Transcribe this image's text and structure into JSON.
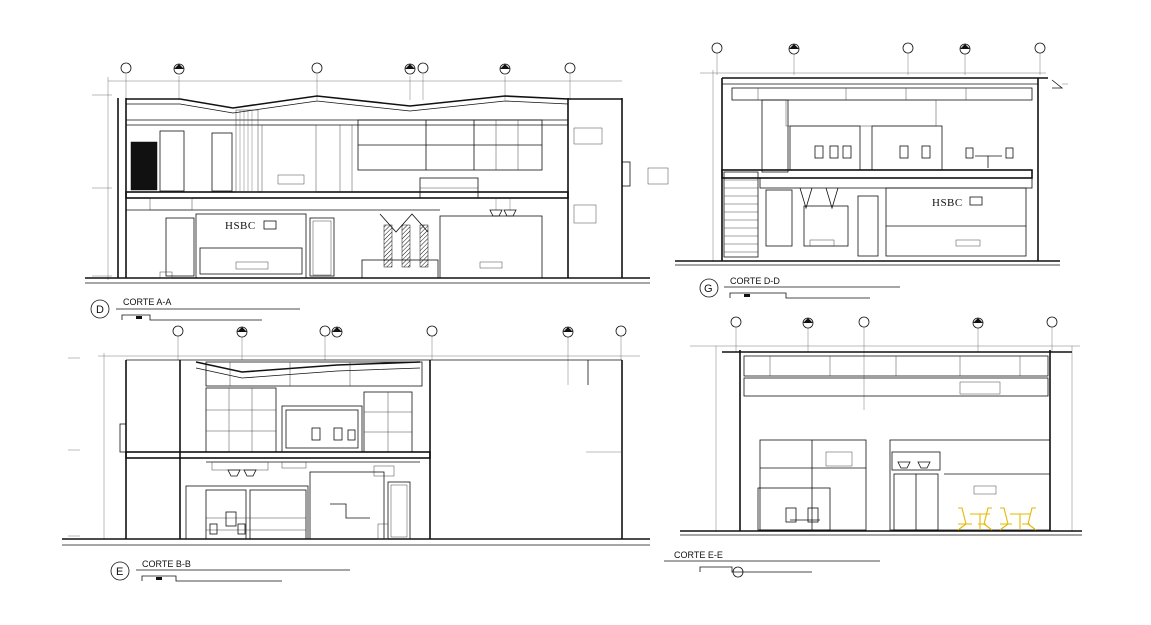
{
  "sections": [
    {
      "id": "A-A",
      "title": "CORTE A-A",
      "badge": "D"
    },
    {
      "id": "D-D",
      "title": "CORTE D-D",
      "badge": "G"
    },
    {
      "id": "B-B",
      "title": "CORTE B-B",
      "badge": "E"
    },
    {
      "id": "E-E",
      "title": "CORTE E-E",
      "badge": ""
    }
  ],
  "signs": {
    "a": "HSBC",
    "d": "HSBC"
  },
  "colors": {
    "line": "#111111",
    "chairs": "#e6b800",
    "background": "#ffffff"
  }
}
